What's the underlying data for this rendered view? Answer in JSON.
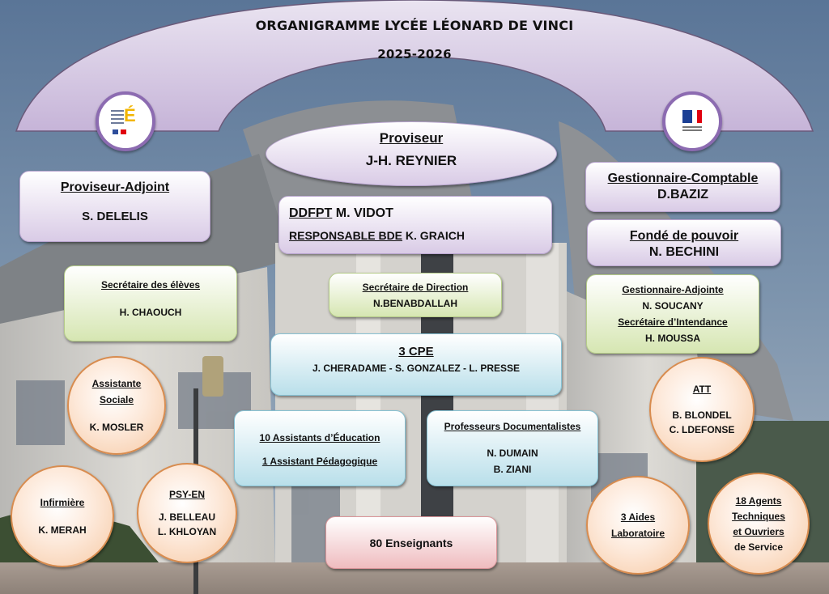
{
  "header": {
    "title": "ORGANIGRAMME LYCÉE LÉONARD DE VINCI",
    "year": "2025-2026",
    "logo_left": "ministere-education-nationale-logo",
    "logo_right": "republique-francaise-logo"
  },
  "colors": {
    "arch": "#d6c9e4",
    "logo_ring": "#8c6bb1",
    "direction_box": "#d9cbe6",
    "admin_box": "#d6e6b2",
    "vie_scolaire_box": "#b9dfea",
    "teachers_box": "#efbcbf",
    "staff_circle": "#f6c9a4"
  },
  "proviseur": {
    "role": "Proviseur",
    "name": "J-H. REYNIER"
  },
  "proviseur_adjoint": {
    "role": "Proviseur-Adjoint",
    "name": "S. DELELIS"
  },
  "ddfpt": {
    "role": "DDFPT",
    "name": "M. VIDOT",
    "role2": "RESPONSABLE BDE",
    "name2": "K. GRAICH"
  },
  "gestionnaire": {
    "role": "Gestionnaire-Comptable",
    "name": "D.BAZIZ"
  },
  "fonde_pouvoir": {
    "role": "Fondé de pouvoir",
    "name": "N. BECHINI"
  },
  "secretaire_eleves": {
    "role": "Secrétaire des élèves",
    "name": "H. CHAOUCH"
  },
  "secretaire_direction": {
    "role": "Secrétaire de Direction",
    "name": "N.BENABDALLAH"
  },
  "gestionnaire_adjointe": {
    "role": "Gestionnaire-Adjointe",
    "name": "N. SOUCANY",
    "role2": "Secrétaire d’Intendance",
    "name2": "H. MOUSSA"
  },
  "cpe": {
    "role": "3 CPE",
    "names": "J. CHERADAME - S. GONZALEZ - L. PRESSE"
  },
  "assistants": {
    "line1": "10 Assistants d’Éducation",
    "line2": "1 Assistant Pédagogique"
  },
  "documentalistes": {
    "role": "Professeurs Documentalistes",
    "name1": "N. DUMAIN",
    "name2": "B. ZIANI"
  },
  "enseignants": {
    "label": "80 Enseignants"
  },
  "assistante_sociale": {
    "role1": "Assistante",
    "role2": "Sociale",
    "name": "K. MOSLER"
  },
  "infirmiere": {
    "role": "Infirmière",
    "name": "K. MERAH"
  },
  "psy_en": {
    "role": "PSY-EN",
    "name1": "J. BELLEAU",
    "name2": "L. KHLOYAN"
  },
  "att": {
    "role": "ATT",
    "name1": "B. BLONDEL",
    "name2": "C. LDEFONSE"
  },
  "aides_labo": {
    "line1": "3 Aides",
    "line2": "Laboratoire"
  },
  "agents": {
    "line1": "18 Agents",
    "line2": "Techniques",
    "line3": "et Ouvriers",
    "line4": "de Service"
  }
}
